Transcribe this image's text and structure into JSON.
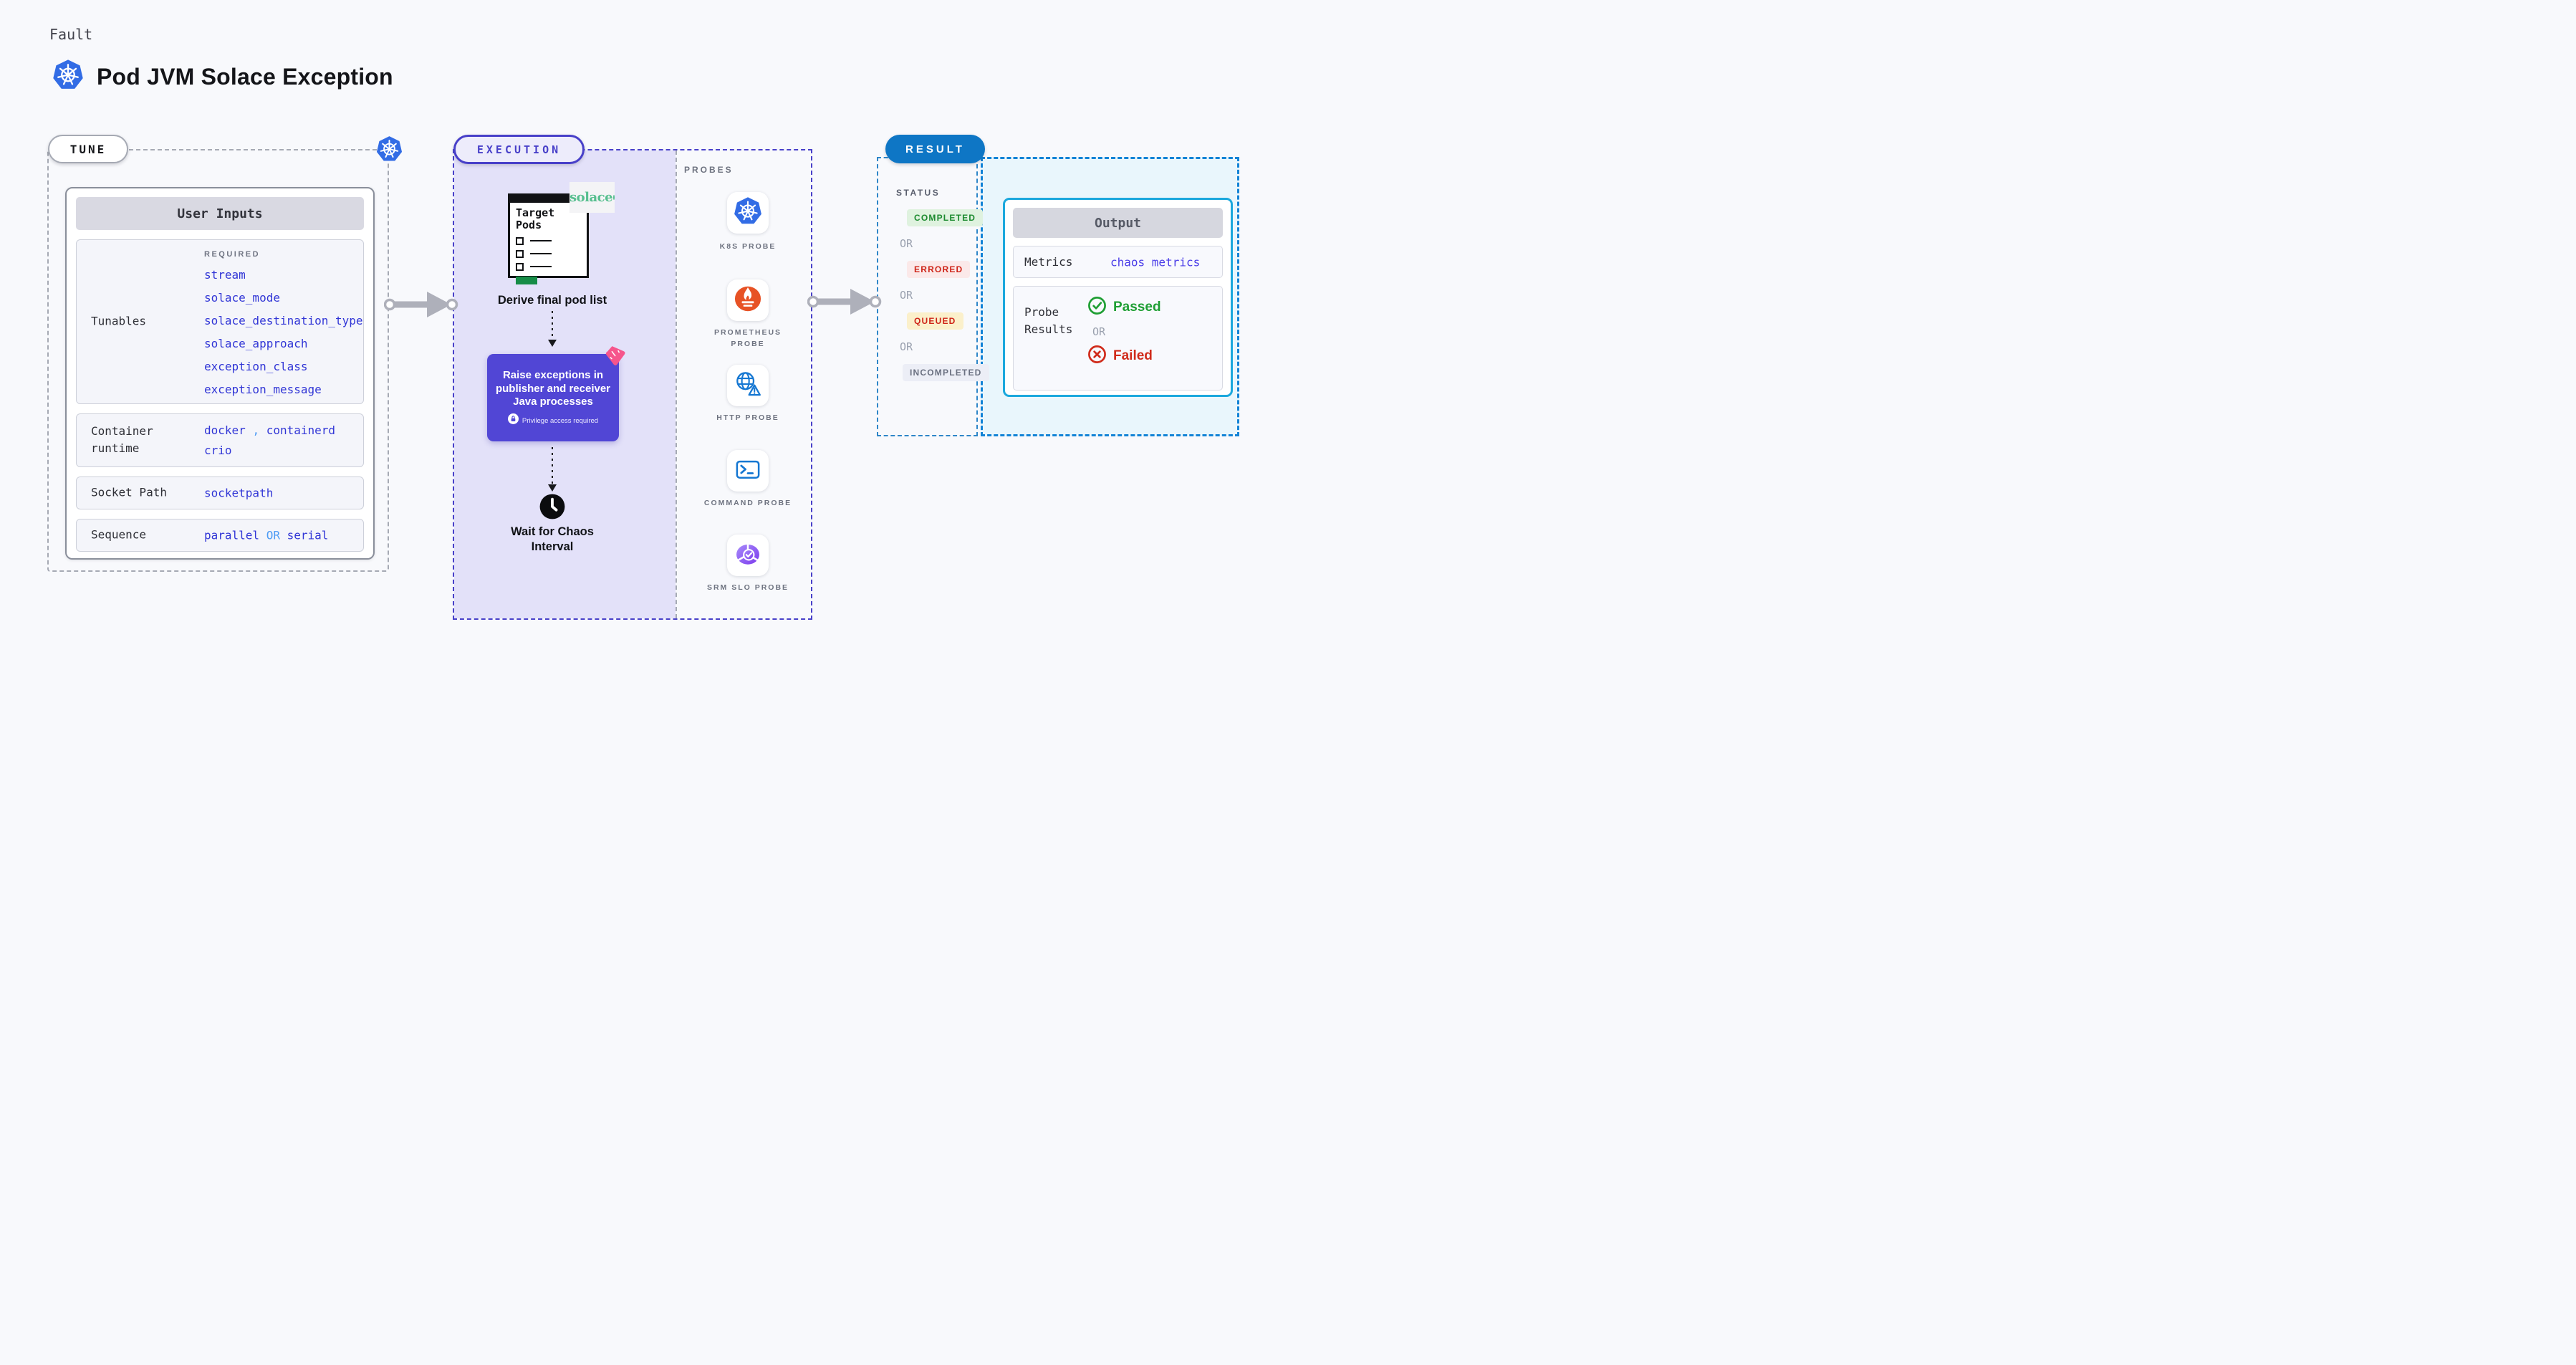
{
  "header": {
    "eyebrow": "Fault",
    "title": "Pod JVM Solace Exception"
  },
  "tune": {
    "pill": "TUNE",
    "user_inputs_title": "User Inputs",
    "required_label": "REQUIRED",
    "tunables_label": "Tunables",
    "tunables": [
      "stream",
      "solace_mode",
      "solace_destination_type",
      "solace_approach",
      "exception_class",
      "exception_message"
    ],
    "container_label": "Container runtime",
    "container_v1": "docker",
    "container_sep": ",",
    "container_v2": "containerd",
    "container_v3": "crio",
    "socket_label": "Socket Path",
    "socket_value": "socketpath",
    "sequence_label": "Sequence",
    "sequence_v1": "parallel",
    "sequence_or": "OR",
    "sequence_v2": "serial"
  },
  "execution": {
    "pill": "EXECUTION",
    "target_pods_title": "Target Pods",
    "solace_logo_text": "solace",
    "derive_label": "Derive final pod list",
    "raise_text": "Raise exceptions in publisher and receiver Java processes",
    "privilege_label": "Privilege access required",
    "wait_label": "Wait for Chaos Interval",
    "probes_label": "PROBES",
    "probes": [
      {
        "icon": "kubernetes-icon",
        "label": "K8S PROBE"
      },
      {
        "icon": "prometheus-icon",
        "label": "PROMETHEUS PROBE"
      },
      {
        "icon": "http-globe-warning-icon",
        "label": "HTTP PROBE"
      },
      {
        "icon": "terminal-icon",
        "label": "COMMAND PROBE"
      },
      {
        "icon": "srm-slo-pie-check-icon",
        "label": "SRM SLO PROBE"
      }
    ]
  },
  "result": {
    "pill": "RESULT",
    "status_label": "STATUS",
    "or": "OR",
    "statuses": [
      "COMPLETED",
      "ERRORED",
      "QUEUED",
      "INCOMPLETED"
    ],
    "output": {
      "title": "Output",
      "metrics_label": "Metrics",
      "metrics_value": "chaos metrics",
      "probe_results_label": "Probe Results",
      "passed": "Passed",
      "failed": "Failed"
    }
  },
  "colors": {
    "accent_kubernetes_blue": "#326CE5",
    "execution_purple": "#4840C9",
    "chaos_card_purple": "#5146D5",
    "value_blue": "#3136D6",
    "result_blue": "#0E76C5",
    "output_border_cyan": "#1BA8DD",
    "passed_green": "#1E9E33",
    "failed_red": "#D02B1B",
    "solace_green": "#57BF8F",
    "prometheus_orange": "#E75225"
  }
}
